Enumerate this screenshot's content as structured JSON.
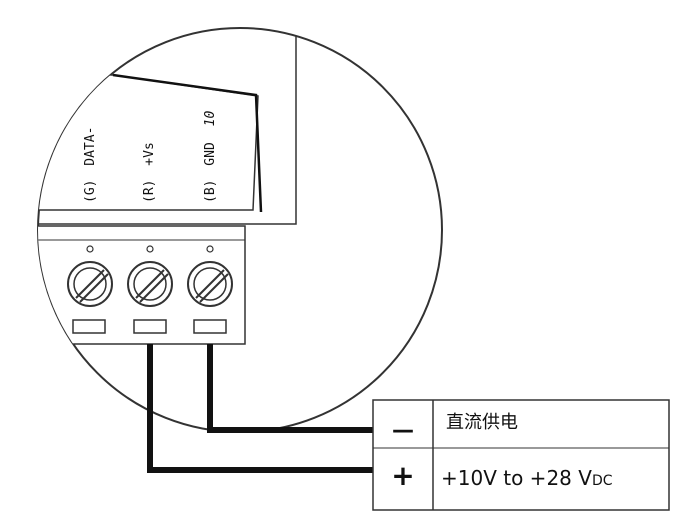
{
  "terminal_labels": [
    {
      "code": "(G)",
      "signal": "DATA-"
    },
    {
      "code": "(R)",
      "signal": "+Vs"
    },
    {
      "code": "(B)",
      "signal": "GND"
    }
  ],
  "callout_number": "10",
  "power_supply": {
    "title": "直流供电",
    "minus_symbol": "—",
    "plus_symbol": "+",
    "range_prefix": "+10V to +28 V",
    "range_suffix": "DC"
  }
}
